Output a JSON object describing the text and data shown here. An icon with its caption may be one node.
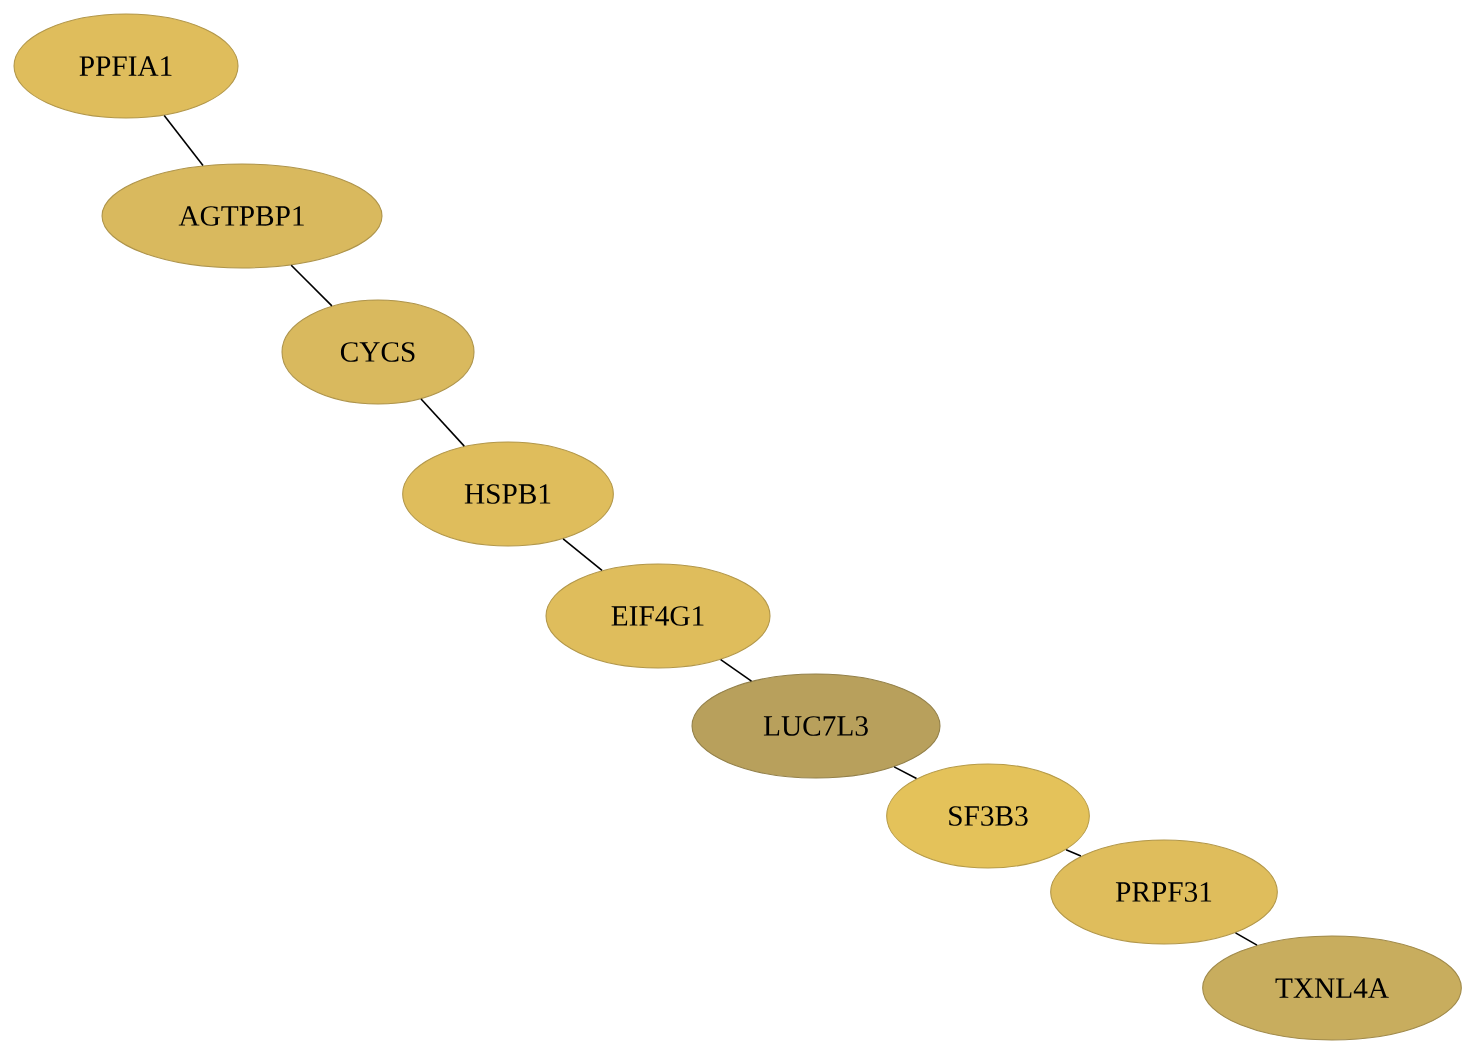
{
  "diagram": {
    "nodes": [
      {
        "text": [
          "PPFIA1"
        ]
      },
      {
        "text": [
          "AGTPBP1"
        ]
      },
      {
        "text": [
          "CYCS"
        ]
      },
      {
        "text": [
          "HSPB1"
        ]
      },
      {
        "text": [
          "EIF4G1"
        ]
      },
      {
        "text": [
          "LUC7L3"
        ]
      },
      {
        "text": [
          "SF3B3"
        ]
      },
      {
        "text": [
          "PRPF31"
        ]
      },
      {
        "text": [
          "TXNL4A"
        ]
      }
    ],
    "edges": [
      {
        "from": 0,
        "to": 1,
        "arrow": "none"
      },
      {
        "from": 1,
        "to": 2,
        "arrow": "none"
      },
      {
        "from": 2,
        "to": 3,
        "arrow": "none"
      },
      {
        "from": 3,
        "to": 4,
        "arrow": "none"
      },
      {
        "from": 4,
        "to": 5,
        "arrow": "none"
      },
      {
        "from": 5,
        "to": 6,
        "arrow": "none"
      },
      {
        "from": 6,
        "to": 7,
        "arrow": "none"
      },
      {
        "from": 7,
        "to": 8,
        "arrow": "none"
      }
    ]
  }
}
